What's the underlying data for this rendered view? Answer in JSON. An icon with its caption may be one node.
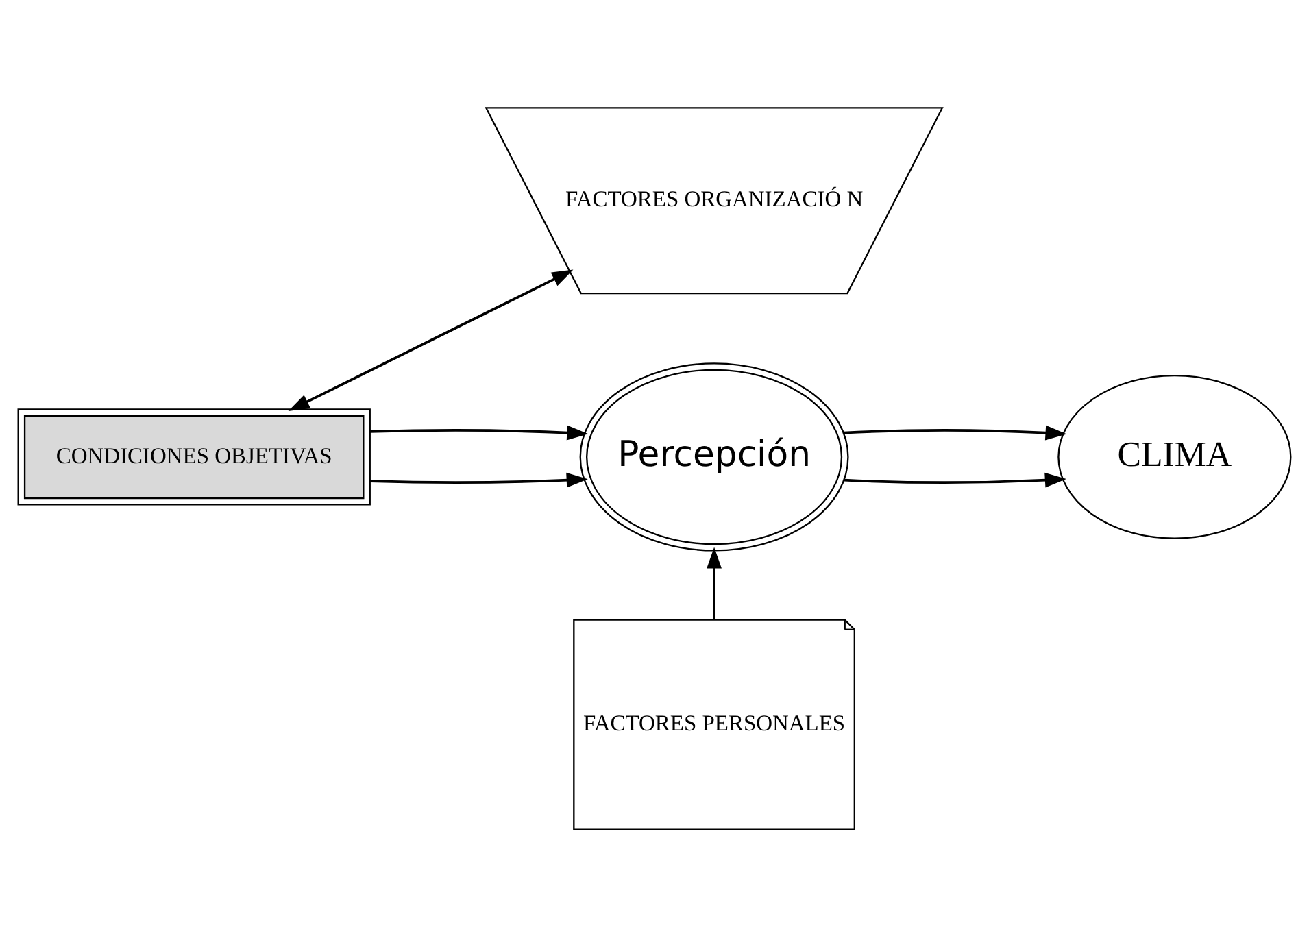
{
  "diagram": {
    "nodes": [
      {
        "text": [
          "FACTORES ORGANIZACIÓ N"
        ]
      },
      {
        "text": [
          "CONDICIONES OBJETIVAS"
        ]
      },
      {
        "text": [
          "Percepción"
        ]
      },
      {
        "text": [
          "CLIMA"
        ]
      },
      {
        "text": [
          "FACTORES PERSONALES"
        ]
      }
    ],
    "edges": [
      {
        "from": 1,
        "to": 0,
        "arrow": "both"
      },
      {
        "from": 1,
        "to": 2,
        "arrow": "to"
      },
      {
        "from": 1,
        "to": 2,
        "arrow": "to"
      },
      {
        "from": 2,
        "to": 3,
        "arrow": "to"
      },
      {
        "from": 2,
        "to": 3,
        "arrow": "to"
      },
      {
        "from": 4,
        "to": 2,
        "arrow": "to"
      }
    ]
  }
}
